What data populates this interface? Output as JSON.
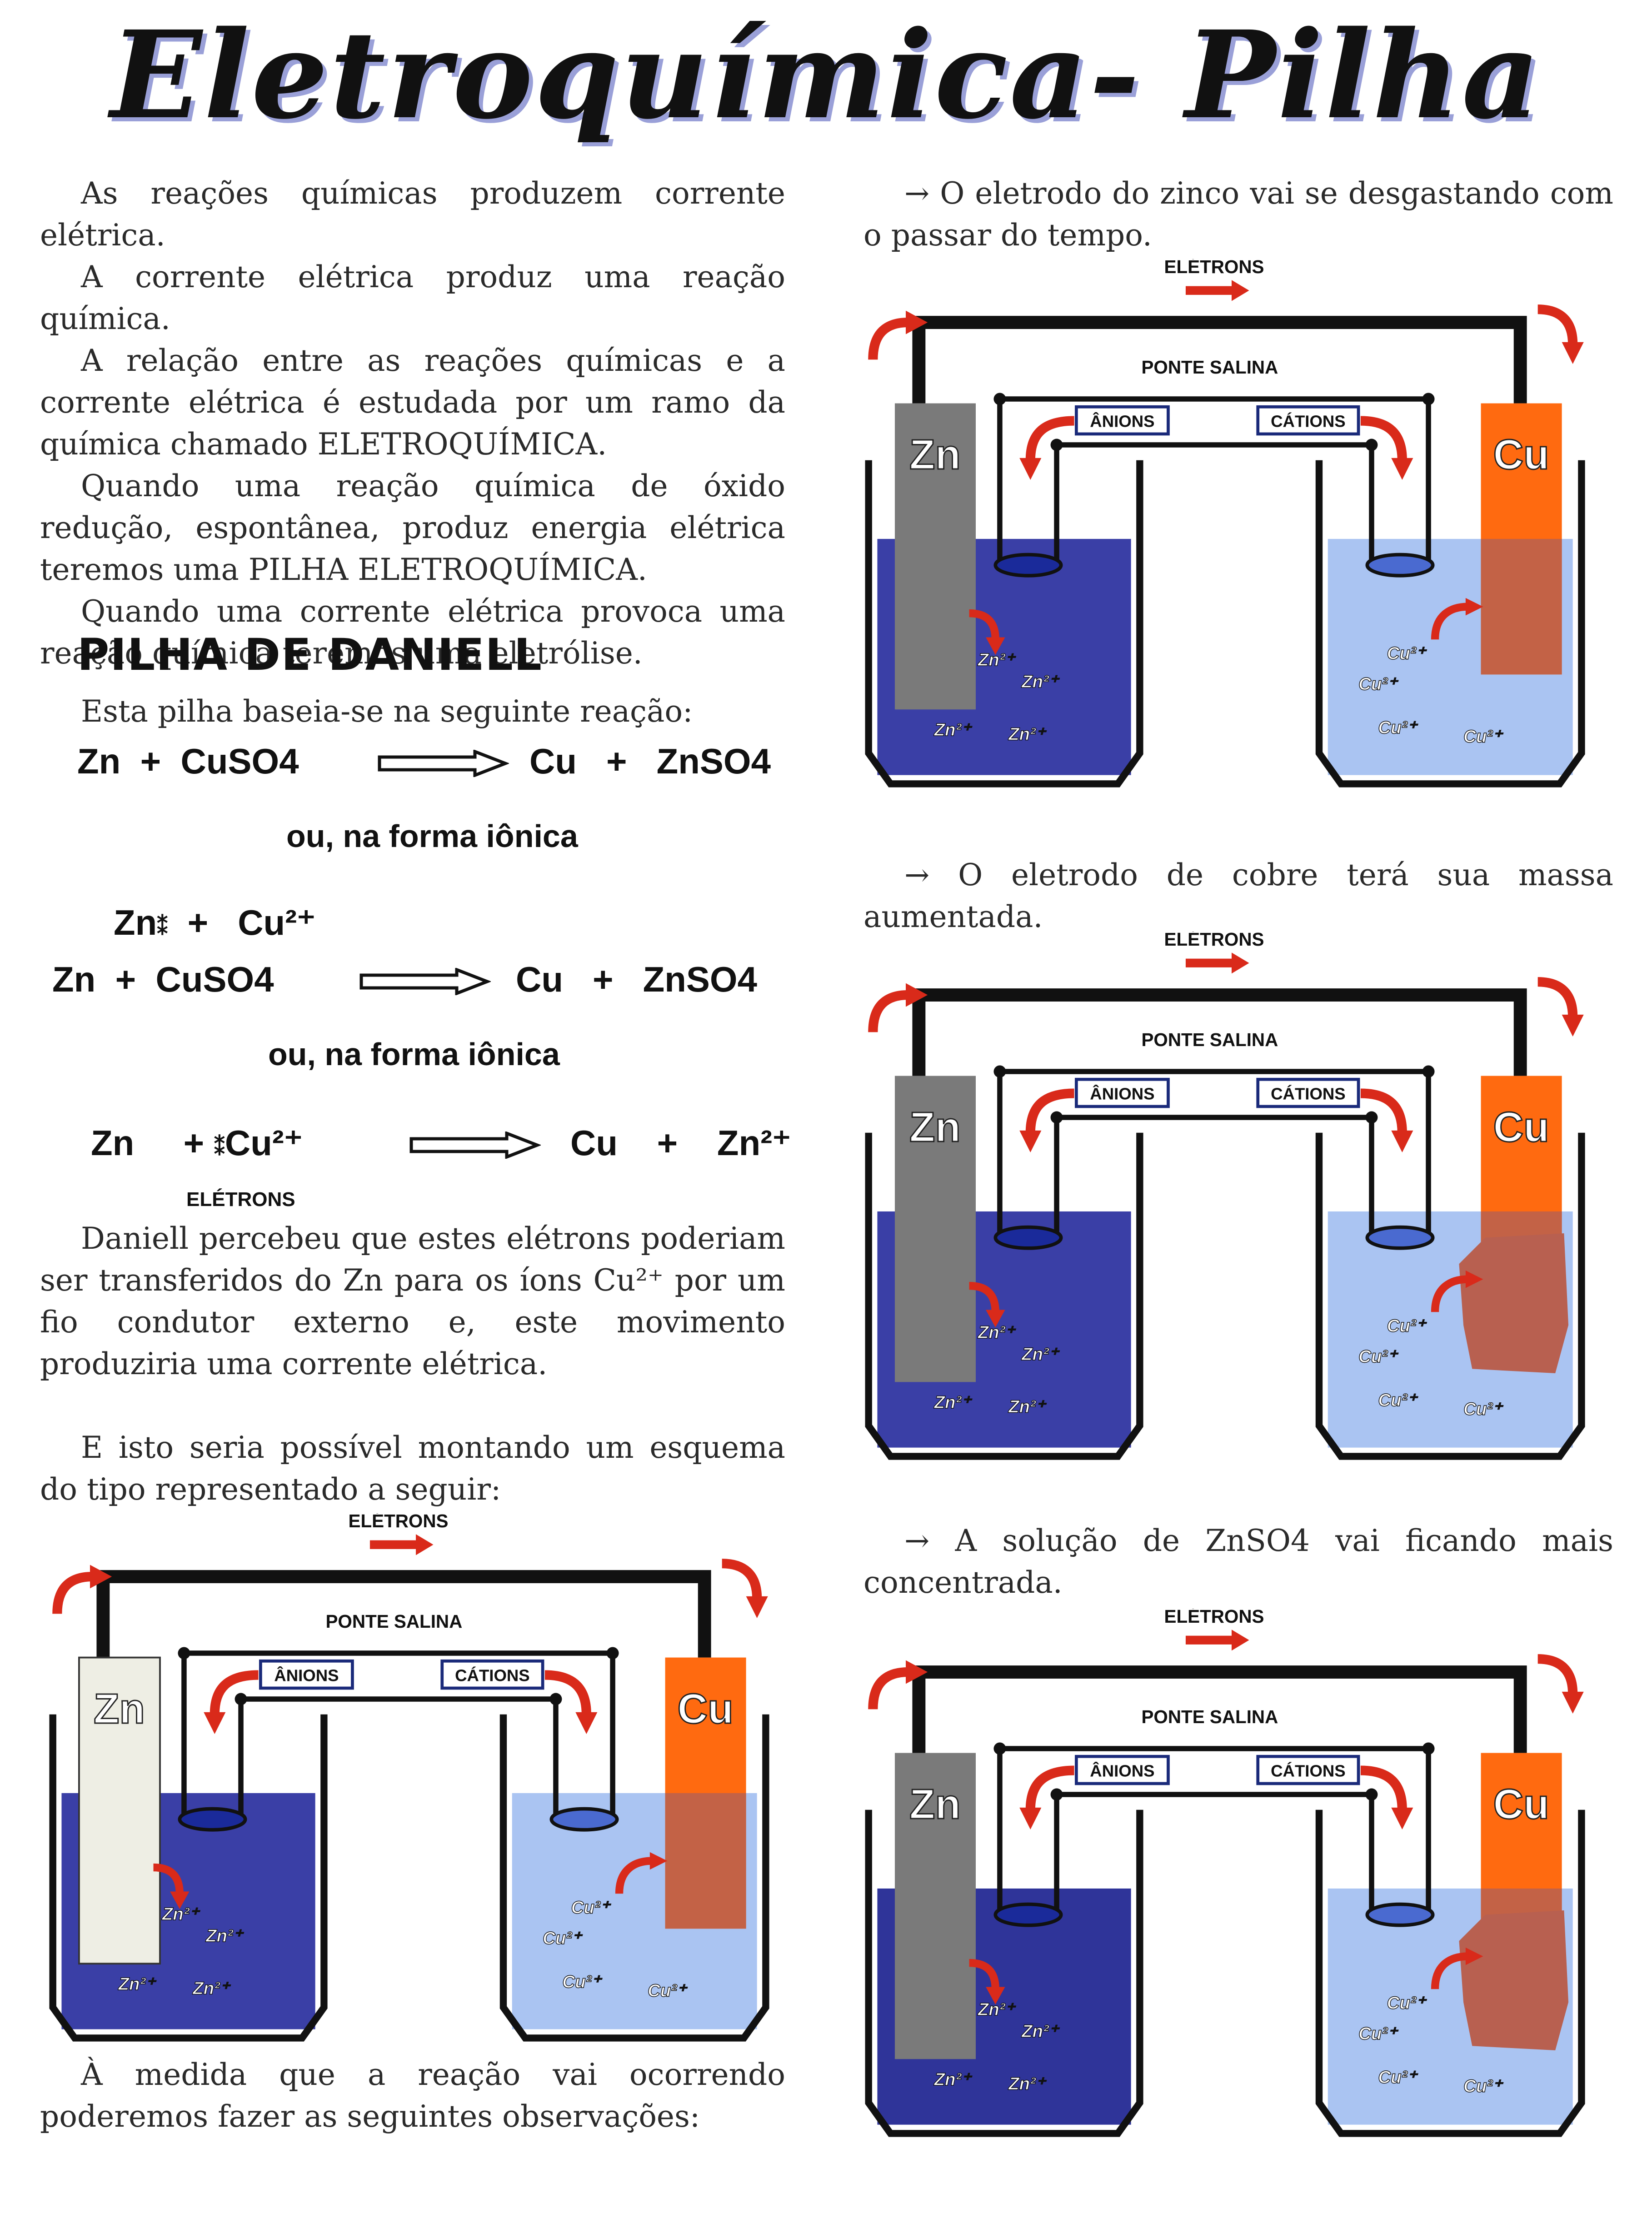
{
  "title": "Eletroquímica- Pilha",
  "intro": {
    "p1": "As reações químicas produzem corrente elétrica.",
    "p2": "A corrente elétrica produz uma reação química.",
    "p3": "A relação entre as reações químicas e a corrente elétrica é estudada por um ramo da química chamado ELETROQUÍMICA.",
    "p4": "Quando uma reação química de óxido redução, espontânea, produz energia elétrica teremos uma PILHA ELETROQUÍMICA.",
    "p5": "Quando uma corrente elétrica provoca uma reação química teremos uma eletrólise."
  },
  "daniell": {
    "heading": "PILHA DE DANIELL",
    "intro": "Esta pilha baseia-se na seguinte reação:",
    "eq1": {
      "reactant1": "Zn",
      "plus1": "+",
      "reactant2": "CuSO4",
      "product1": "Cu",
      "plus2": "+",
      "product2": "ZnSO4"
    },
    "ionic_label_1": "ou, na forma iônica",
    "partial": {
      "zn": "Zn",
      "dots": "⁑",
      "plus": "+",
      "cu": "Cu²⁺"
    },
    "eq2": {
      "reactant1": "Zn",
      "plus1": "+",
      "reactant2": "CuSO4",
      "product1": "Cu",
      "plus2": "+",
      "product2": "ZnSO4"
    },
    "ionic_label_2": "ou, na forma iônica",
    "eq3": {
      "reactant1": "Zn",
      "plus1": "+",
      "dots": "⁑",
      "reactant2": "Cu²⁺",
      "product1": "Cu",
      "plus2": "+",
      "product2": "Zn²⁺"
    },
    "electrons_label": "ELÉTRONS",
    "explain": "Daniell percebeu que estes elétrons poderiam ser transferidos do Zn para os íons Cu²⁺ por um fio condutor externo e, este movimento produziria uma corrente elétrica.",
    "scheme": "E isto seria possível montando um esquema do tipo representado a seguir:",
    "observe": "À medida que a reação vai ocorrendo poderemos fazer as seguintes observações:"
  },
  "observations": {
    "o1": "→  O eletrodo do zinco vai se desgastando com o passar do tempo.",
    "o2": "→  O eletrodo de cobre terá sua massa aumentada.",
    "o3": "→  A solução de ZnSO4 vai ficando mais concentrada."
  },
  "diagram": {
    "electrons": "ELÉTRONS",
    "bridge": "PONTE SALINA",
    "anions": "ÂNIONS",
    "cations": "CÁTIONS",
    "zn": "Zn",
    "cu": "Cu",
    "zn_ion": "Zn²⁺",
    "cu_ion": "Cu²⁺"
  },
  "colors": {
    "zn_solution": "#3a3fa6",
    "cu_solution": "#aac4f2",
    "copper": "#ff6a10",
    "arrow": "#d92a1a",
    "zinc_gray": "#7a7a7a",
    "zinc_light": "#eeeee4"
  }
}
